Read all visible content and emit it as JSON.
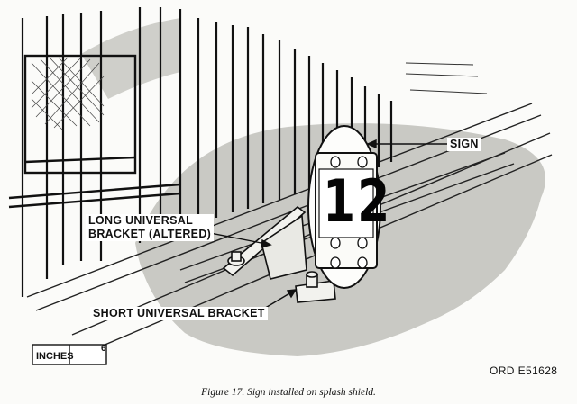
{
  "labels": {
    "sign": "SIGN",
    "long_bracket": [
      "LONG UNIVERSAL",
      "BRACKET (ALTERED)"
    ],
    "short_bracket": "SHORT UNIVERSAL BRACKET"
  },
  "sign_number": "12",
  "scale": {
    "unit": "INCHES",
    "value": "6"
  },
  "reference": "ORD E51628",
  "caption": "Figure 17.   Sign installed on splash shield."
}
